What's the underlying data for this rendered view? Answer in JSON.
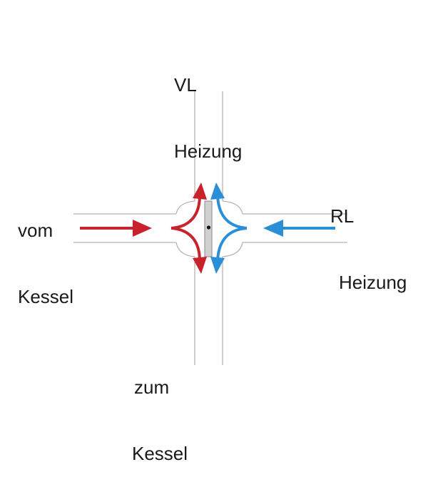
{
  "labels": {
    "top": {
      "line1": "VL",
      "line2": "Heizung"
    },
    "left": {
      "line1": "vom",
      "line2": "Kessel"
    },
    "right": {
      "line1": "RL",
      "line2": "Heizung"
    },
    "bottom": {
      "line1": "zum",
      "line2": "Kessel"
    }
  },
  "colors": {
    "supply": "#c8232c",
    "return": "#2a8fd6",
    "pipe": "#b5b5b5",
    "valve": "#d0d0d0"
  }
}
